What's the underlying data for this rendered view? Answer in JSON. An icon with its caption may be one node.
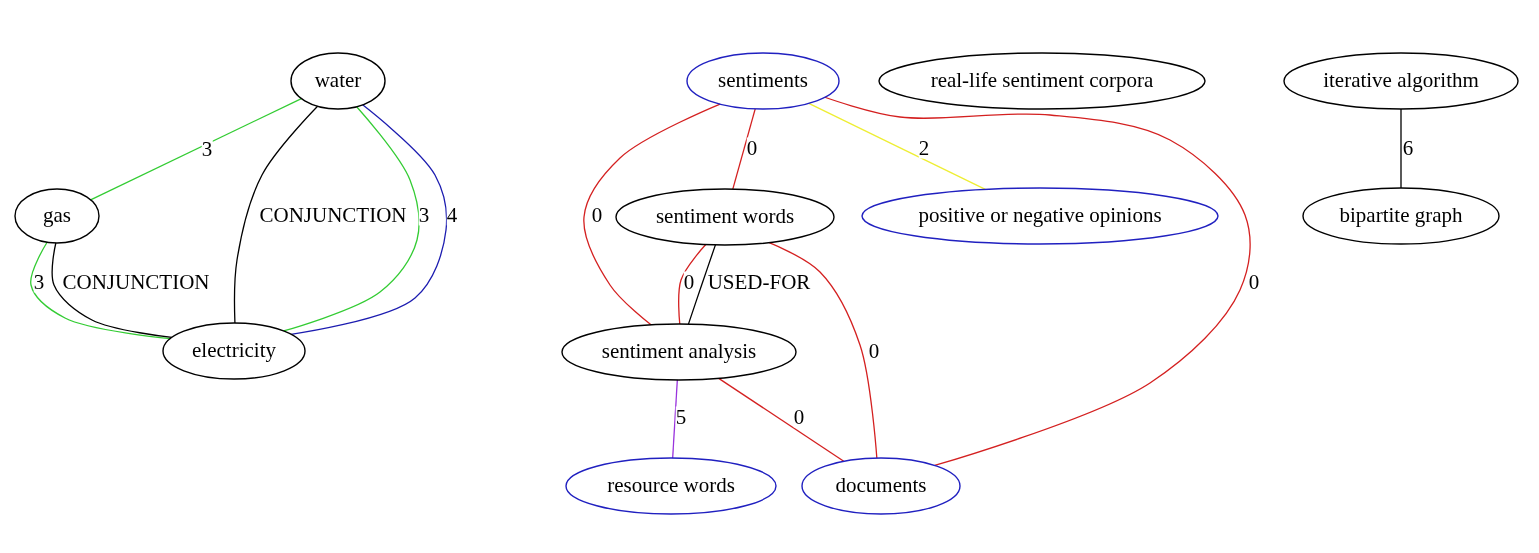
{
  "diagram": {
    "nodes": [
      {
        "text": [
          "water"
        ]
      },
      {
        "text": [
          "gas"
        ]
      },
      {
        "text": [
          "electricity"
        ]
      },
      {
        "text": [
          "sentiments"
        ]
      },
      {
        "text": [
          "real-life sentiment corpora"
        ]
      },
      {
        "text": [
          "iterative algorithm"
        ]
      },
      {
        "text": [
          "sentiment words"
        ]
      },
      {
        "text": [
          "positive or negative opinions"
        ]
      },
      {
        "text": [
          "bipartite graph"
        ]
      },
      {
        "text": [
          "sentiment analysis"
        ]
      },
      {
        "text": [
          "resource words"
        ]
      },
      {
        "text": [
          "documents"
        ]
      }
    ],
    "edges": [
      {
        "from": 0,
        "to": 1,
        "arrow": "none",
        "label": "3",
        "color": "#33cc33"
      },
      {
        "from": 0,
        "to": 2,
        "arrow": "none",
        "label": "CONJUNCTION",
        "color": "#000000"
      },
      {
        "from": 0,
        "to": 2,
        "arrow": "none",
        "label": "3",
        "color": "#33cc33"
      },
      {
        "from": 0,
        "to": 2,
        "arrow": "none",
        "label": "4",
        "color": "#1c1cb0"
      },
      {
        "from": 1,
        "to": 2,
        "arrow": "none",
        "label": "3",
        "color": "#33cc33"
      },
      {
        "from": 1,
        "to": 2,
        "arrow": "none",
        "label": "CONJUNCTION",
        "color": "#000000"
      },
      {
        "from": 3,
        "to": 6,
        "arrow": "none",
        "label": "0"
      },
      {
        "from": 3,
        "to": 7,
        "arrow": "none",
        "label": "2",
        "color": "#eeee33"
      },
      {
        "from": 3,
        "to": 9,
        "arrow": "none",
        "label": "0"
      },
      {
        "from": 3,
        "to": 11,
        "arrow": "none",
        "label": "0"
      },
      {
        "from": 5,
        "to": 8,
        "arrow": "none",
        "label": "6",
        "color": "#000000"
      },
      {
        "from": 6,
        "to": 9,
        "arrow": "none",
        "label": "0"
      },
      {
        "from": 6,
        "to": 9,
        "arrow": "none",
        "label": "USED-FOR",
        "color": "#000000"
      },
      {
        "from": 6,
        "to": 11,
        "arrow": "none",
        "label": "0"
      },
      {
        "from": 9,
        "to": 10,
        "arrow": "none",
        "label": "5",
        "color": "#9933dd"
      },
      {
        "from": 9,
        "to": 11,
        "arrow": "none",
        "label": "0"
      }
    ]
  }
}
